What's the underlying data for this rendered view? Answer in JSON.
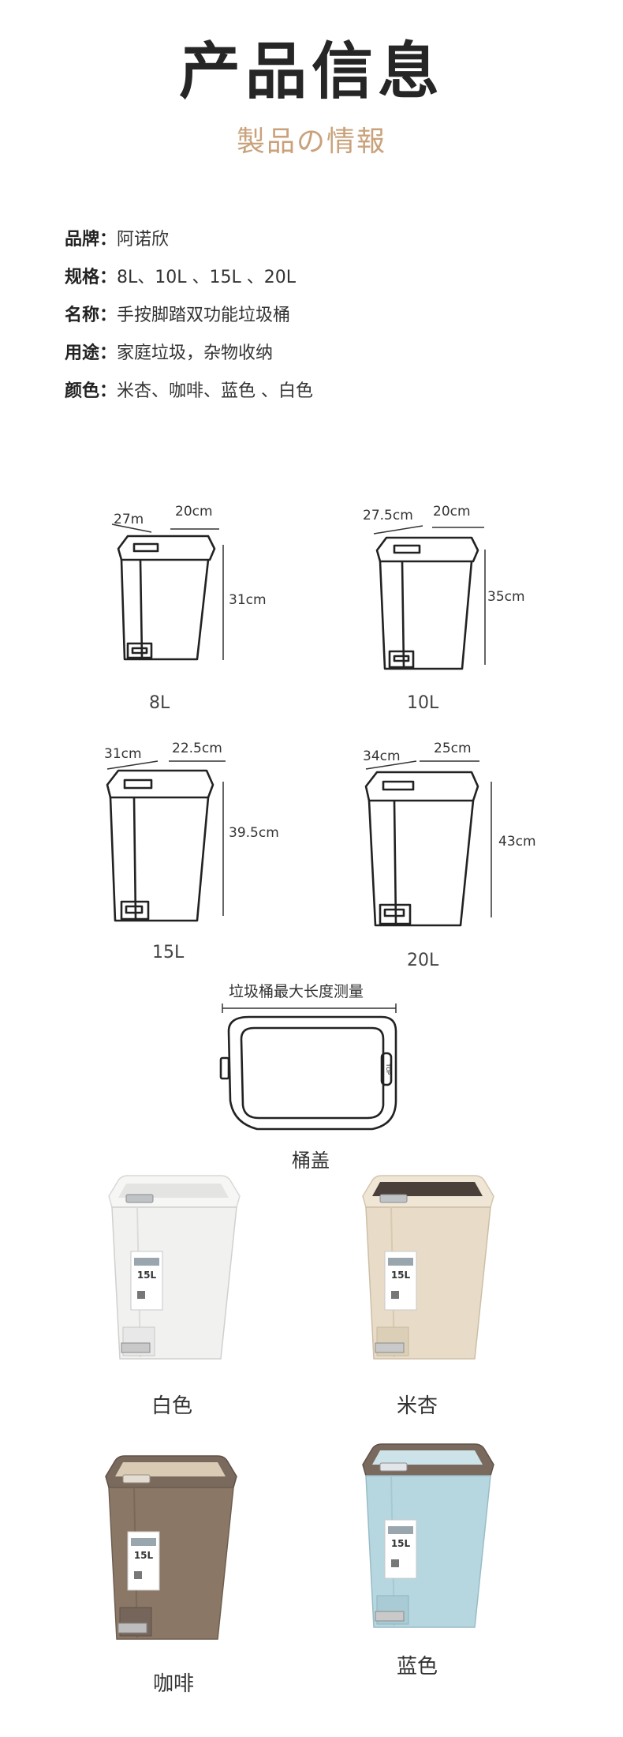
{
  "header": {
    "title": "产品信息",
    "subtitle": "製品の情報"
  },
  "info": [
    {
      "key": "品牌",
      "value": "阿诺欣"
    },
    {
      "key": "规格",
      "value": "8L、10L 、15L 、20L"
    },
    {
      "key": "名称",
      "value": "手按脚踏双功能垃圾桶"
    },
    {
      "key": "用途",
      "value": "家庭垃圾，杂物收纳"
    },
    {
      "key": "颜色",
      "value": "米杏、咖啡、蓝色 、白色"
    }
  ],
  "colon": "：",
  "sizes": [
    {
      "capacity": "8L",
      "depth": "27m",
      "width": "20cm",
      "height": "31cm"
    },
    {
      "capacity": "10L",
      "depth": "27.5cm",
      "width": "20cm",
      "height": "35cm"
    },
    {
      "capacity": "15L",
      "depth": "31cm",
      "width": "22.5cm",
      "height": "39.5cm"
    },
    {
      "capacity": "20L",
      "depth": "34cm",
      "width": "25cm",
      "height": "43cm"
    }
  ],
  "lid": {
    "measure_note": "垃圾桶最大长度测量",
    "label": "桶盖",
    "badge": "TOP"
  },
  "colors": [
    {
      "label": "白色",
      "body": "#f1f1f0",
      "lid": "#e4e4e2",
      "rim": "#f6f6f5",
      "pedal": "#c9c9c9"
    },
    {
      "label": "米杏",
      "body": "#e8dcc8",
      "lid": "#4b3f3a",
      "rim": "#efe6d6",
      "pedal": "#c9c9c9"
    },
    {
      "label": "咖啡",
      "body": "#8b7766",
      "lid": "#d9cbb4",
      "rim": "#7a6a5d",
      "pedal": "#bdbdbd"
    },
    {
      "label": "蓝色",
      "body": "#b7d7e0",
      "lid": "#cde3ea",
      "rim": "#7a6a5d",
      "pedal": "#c9c9c9"
    }
  ],
  "product_tag": "15L"
}
